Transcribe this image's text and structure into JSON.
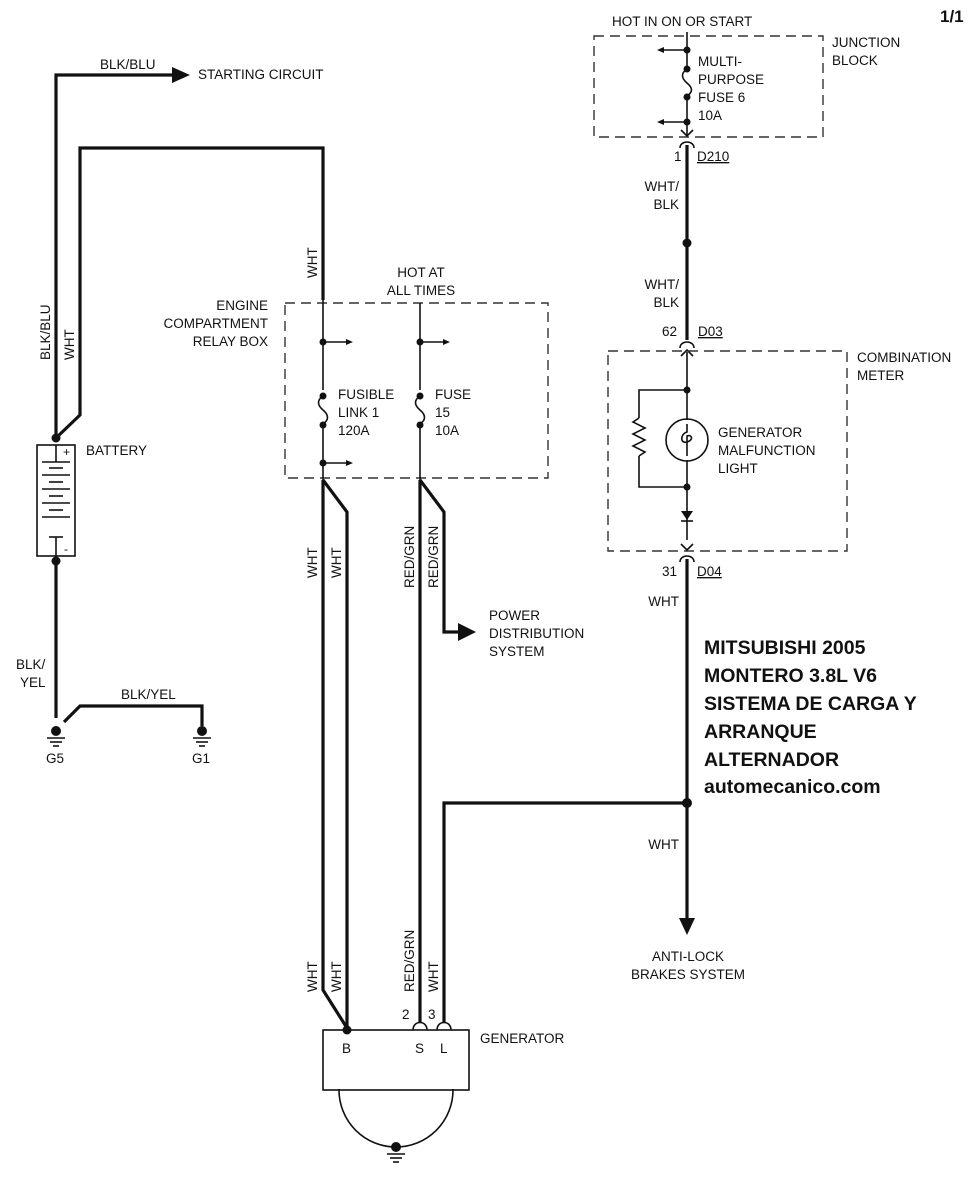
{
  "page_indicator": "1/1",
  "title_block": {
    "lines": [
      "MITSUBISHI 2005",
      "MONTERO 3.8L V6",
      "SISTEMA DE CARGA Y",
      "ARRANQUE",
      "ALTERNADOR"
    ],
    "website": "automecanico.com"
  },
  "components": {
    "junction_block": {
      "label_lines": [
        "JUNCTION",
        "BLOCK"
      ],
      "power_note": "HOT IN ON OR START",
      "fuse_lines": [
        "MULTI-",
        "PURPOSE",
        "FUSE 6",
        "10A"
      ]
    },
    "connector_d210": {
      "pin": "1",
      "name": "D210"
    },
    "connector_d03": {
      "pin": "62",
      "name": "D03"
    },
    "connector_d04": {
      "pin": "31",
      "name": "D04"
    },
    "combination_meter": {
      "label_lines": [
        "COMBINATION",
        "METER"
      ],
      "lamp_lines": [
        "GENERATOR",
        "MALFUNCTION",
        "LIGHT"
      ]
    },
    "relay_box": {
      "label_lines": [
        "ENGINE",
        "COMPARTMENT",
        "RELAY BOX"
      ],
      "power_note_lines": [
        "HOT AT",
        "ALL TIMES"
      ],
      "fusible_link_lines": [
        "FUSIBLE",
        "LINK 1",
        "120A"
      ],
      "fuse_lines": [
        "FUSE",
        "15",
        "10A"
      ]
    },
    "battery": {
      "label": "BATTERY",
      "plus": "+",
      "minus": "-"
    },
    "grounds": {
      "g5": "G5",
      "g1": "G1"
    },
    "generator": {
      "label": "GENERATOR",
      "pin_b": "B",
      "pin_s": "S",
      "pin_l": "L",
      "pin_2": "2",
      "pin_3": "3"
    },
    "starting_circuit": "STARTING CIRCUIT",
    "power_distribution": [
      "POWER",
      "DISTRIBUTION",
      "SYSTEM"
    ],
    "abs": [
      "ANTI-LOCK",
      "BRAKES SYSTEM"
    ]
  },
  "wires": {
    "blk_blu_top": "BLK/BLU",
    "blk_blu_vert": "BLK/BLU",
    "wht_left": "WHT",
    "wht_top_relay": "WHT",
    "wht_blk_1": [
      "WHT/",
      "BLK"
    ],
    "wht_blk_2": [
      "WHT/",
      "BLK"
    ],
    "blk_yel_vert": [
      "BLK/",
      "YEL"
    ],
    "blk_yel_horiz": "BLK/YEL",
    "wht_a": "WHT",
    "wht_b": "WHT",
    "red_grn_a": "RED/GRN",
    "red_grn_b": "RED/GRN",
    "wht_gen_a": "WHT",
    "wht_gen_b": "WHT",
    "red_grn_gen": "RED/GRN",
    "wht_gen_l": "WHT",
    "wht_d04": "WHT",
    "wht_abs": "WHT"
  }
}
